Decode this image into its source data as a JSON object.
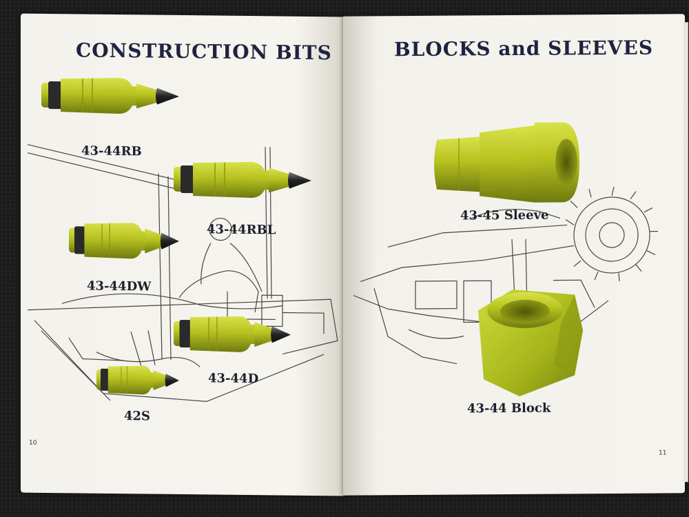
{
  "left_page": {
    "title": "CONSTRUCTION BITS",
    "page_number": "10",
    "items": [
      {
        "label": "43-44RB"
      },
      {
        "label": "43-44RBL"
      },
      {
        "label": "43-44DW"
      },
      {
        "label": "43-44D"
      },
      {
        "label": "42S"
      }
    ]
  },
  "right_page": {
    "title": "BLOCKS and SLEEVES",
    "page_number": "11",
    "items": [
      {
        "label": "43-45 Sleeve"
      },
      {
        "label": "43-44 Block"
      }
    ]
  },
  "colors": {
    "part_green": "#b9c423",
    "part_dark": "#2a2a2a",
    "ink": "#1e2340"
  }
}
